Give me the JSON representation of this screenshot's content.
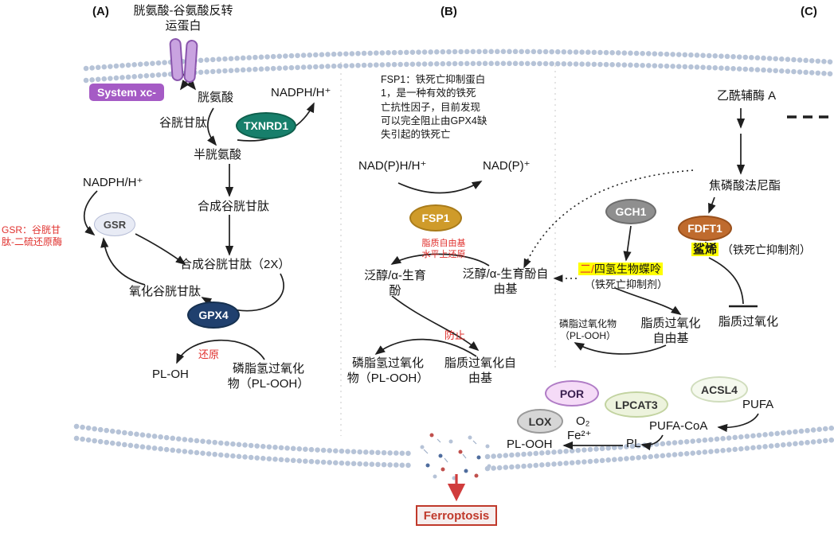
{
  "panel_labels": {
    "a": "(A)",
    "b": "(B)",
    "c": "(C)"
  },
  "panel_a": {
    "transporter_title": "胱氨酸-谷氨酸反转\n运蛋白",
    "system_xc": "System xc-",
    "cystine": "胱氨酸",
    "nadph_top": "NADPH/H⁺",
    "txnrd1": "TXNRD1",
    "glutathione": "谷胱甘肽",
    "cysteine": "半胱氨酸",
    "synthesize_gsh": "合成谷胱甘肽",
    "nadph_left": "NADPH/H⁺",
    "gsr": "GSR",
    "gsr_note": "GSR：谷胱甘\n肽-二硫还原酶",
    "synthesize_gsh_2x": "合成谷胱甘肽（2X）",
    "oxidized_gsh": "氧化谷胱甘肽",
    "gpx4": "GPX4",
    "reduction": "还原",
    "pl_oh": "PL-OH",
    "pl_ooh": "磷脂氢过氧化\n物（PL-OOH）"
  },
  "panel_b": {
    "fsp1_note": "FSP1：铁死亡抑制蛋白\n1，是一种有效的铁死\n亡抗性因子，目前发现\n可以完全阻止由GPX4缺\n失引起的铁死亡",
    "nadph": "NAD(P)H/H⁺",
    "nadp": "NAD(P)⁺",
    "fsp1": "FSP1",
    "reduce_note": "脂质自由基\n水平上还原",
    "ubiquinol": "泛醇/α-生育\n酚",
    "ubiquinol_radical": "泛醇/α-生育酚自\n由基",
    "prevent": "防止",
    "pl_ooh": "磷脂氢过氧化\n物（PL-OOH）",
    "lipid_radical": "脂质过氧化自\n由基"
  },
  "panel_c": {
    "acetyl_coa": "乙酰辅酶 A",
    "farnesyl_pp": "焦磷酸法尼酯",
    "gch1": "GCH1",
    "fdft1": "FDFT1",
    "squalene": "鲨烯",
    "squalene_note": "（铁死亡抑制剂）",
    "pterin_red": "二/",
    "pterin_black": "四氢生物蝶呤",
    "pterin_note": "（铁死亡抑制剂）",
    "pl_ooh_small": "磷脂过氧化物\n（PL-OOH）",
    "lipid_radical": "脂质过氧化\n自由基",
    "lipid_peroxidation": "脂质过氧化",
    "por": "POR",
    "lox": "LOX",
    "lpcat3": "LPCAT3",
    "acsl4": "ACSL4",
    "pufa": "PUFA",
    "pufa_coa": "PUFA-CoA",
    "o2": "O₂",
    "fe2": "Fe²⁺",
    "pl": "PL",
    "pl_ooh": "PL-OOH"
  },
  "footer": {
    "ferroptosis": "Ferroptosis"
  },
  "colors": {
    "system_xc": "#a55bc5",
    "txnrd1": "#177f6b",
    "gpx4": "#20406e",
    "fsp1": "#cf9b2a",
    "gch1": "#8f8f8f",
    "fdft1": "#bf6b2e",
    "highlight": "#ffff00",
    "accent_red": "#e0312e",
    "ferroptosis_red": "#c0392b",
    "membrane": "#b6c3d7"
  }
}
